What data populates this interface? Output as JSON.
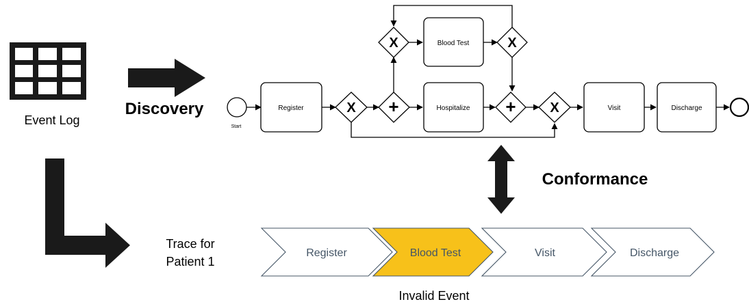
{
  "left": {
    "event_log_label": "Event Log",
    "discovery_label": "Discovery",
    "trace_label_line1": "Trace for",
    "trace_label_line2": "Patient 1"
  },
  "process_model": {
    "start_label": "Start",
    "tasks": {
      "register": "Register",
      "blood_test": "Blood Test",
      "hospitalize": "Hospitalize",
      "visit": "Visit",
      "discharge": "Discharge"
    },
    "exclusive_gateway_symbol": "X",
    "parallel_gateway_symbol": "+"
  },
  "conformance_label": "Conformance",
  "trace": {
    "steps": [
      {
        "label": "Register",
        "highlighted": false
      },
      {
        "label": "Blood Test",
        "highlighted": true
      },
      {
        "label": "Visit",
        "highlighted": false
      },
      {
        "label": "Discharge",
        "highlighted": false
      }
    ],
    "invalid_label": "Invalid Event"
  },
  "colors": {
    "highlight_fill": "#f7c11a",
    "chevron_text": "#445566",
    "chevron_stroke": "#445566",
    "arrow_fill": "#1a1a1a"
  }
}
